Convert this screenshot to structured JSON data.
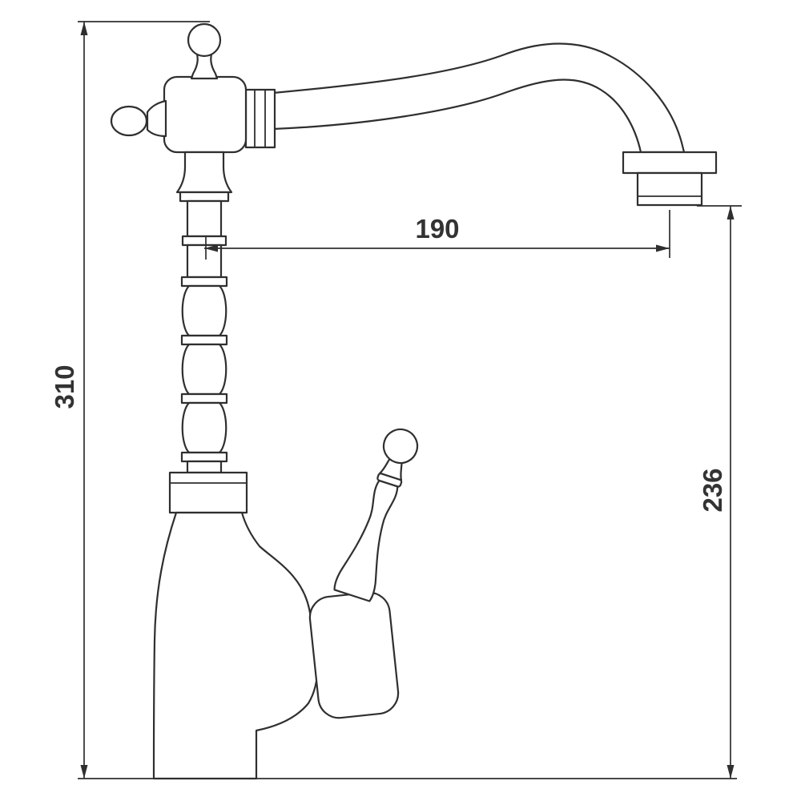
{
  "drawing": {
    "type": "technical-dimension-drawing",
    "subject": "vintage-kitchen-faucet-side-view",
    "labels": {
      "spout_reach": "190",
      "total_height": "310",
      "spout_outlet_height": "236"
    },
    "colors": {
      "line": "#2f2f2f",
      "text": "#333333",
      "background": "#ffffff"
    }
  }
}
